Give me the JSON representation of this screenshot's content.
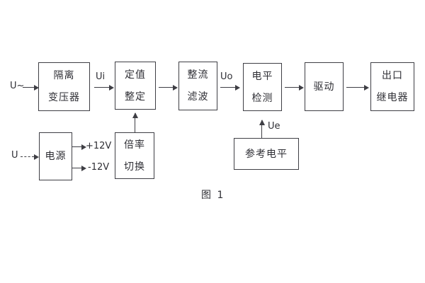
{
  "diagram": {
    "caption": "图 1",
    "colors": {
      "line": "#3e3e44",
      "text": "#2f2f35",
      "background": "#ffffff"
    },
    "boxes": {
      "isolation_transformer": {
        "line1": "隔离",
        "line2": "变压器"
      },
      "value_setting": {
        "line1": "定值",
        "line2": "整定"
      },
      "rectify_filter": {
        "line1": "整流",
        "line2": "滤波"
      },
      "level_detect": {
        "line1": "电平",
        "line2": "检测"
      },
      "drive": {
        "line1": "驱动"
      },
      "output_relay": {
        "line1": "出口",
        "line2": "继电器"
      },
      "power_supply": {
        "line1": "电源"
      },
      "ratio_switch": {
        "line1": "倍率",
        "line2": "切换"
      },
      "reference_level": {
        "line1": "参考电平"
      }
    },
    "labels": {
      "ac_input": "U~",
      "dc_input": "U",
      "ui": "Ui",
      "uo": "Uo",
      "ue": "Ue",
      "plus_12v": "+12V",
      "minus_12v": "-12V"
    }
  }
}
